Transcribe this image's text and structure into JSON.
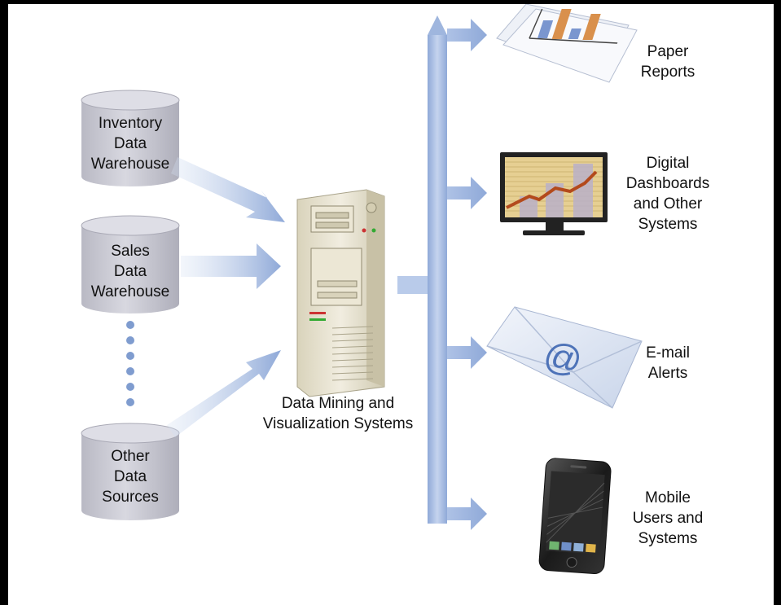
{
  "sources": [
    {
      "lines": [
        "Inventory",
        "Data",
        "Warehouse"
      ]
    },
    {
      "lines": [
        "Sales",
        "Data",
        "Warehouse"
      ]
    },
    {
      "lines": [
        "Other",
        "Data",
        "Sources"
      ]
    }
  ],
  "center": {
    "lines": [
      "Data Mining and",
      "Visualization Systems"
    ]
  },
  "outputs": [
    {
      "lines": [
        "Paper",
        "Reports"
      ]
    },
    {
      "lines": [
        "Digital",
        "Dashboards",
        "and Other",
        "Systems"
      ]
    },
    {
      "lines": [
        "E-mail",
        "Alerts"
      ]
    },
    {
      "lines": [
        "Mobile",
        "Users and",
        "Systems"
      ]
    }
  ],
  "colors": {
    "cylinder": "#c9c9d2",
    "arrow": "#9fb6de",
    "server": "#e8e3cf",
    "screen": "#e3c98c",
    "envelope": "#dfe6f3",
    "background": "#ffffff",
    "frame": "#000000"
  }
}
